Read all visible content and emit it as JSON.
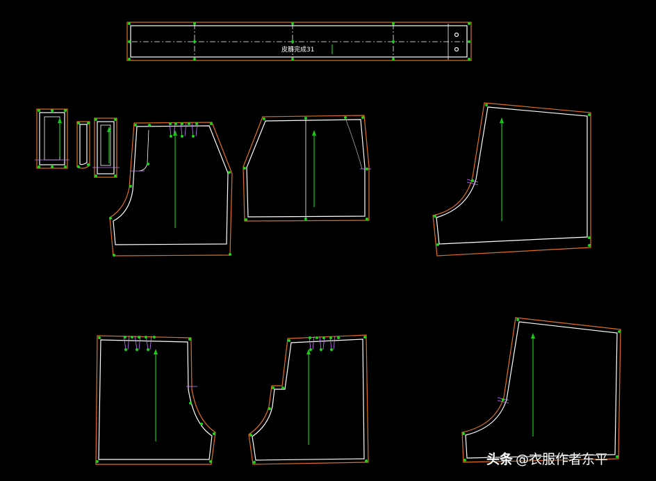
{
  "waistband": {
    "label": "皮筋完成31"
  },
  "watermark": {
    "brand": "头条",
    "handle": "@衣服作者东平"
  },
  "colors": {
    "background": "#000000",
    "seam_line": "#ffffff",
    "cut_line": "#e07020",
    "point": "#19d619",
    "grain": "#19c819",
    "marker": "#c87cff"
  }
}
